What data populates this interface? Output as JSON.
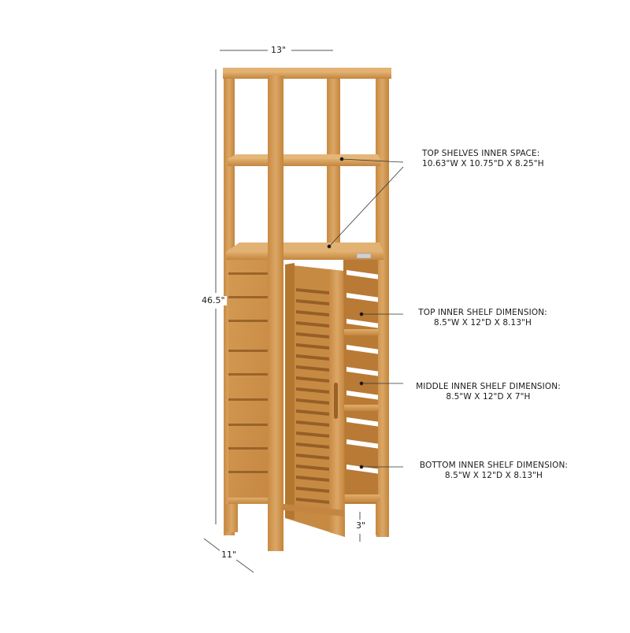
{
  "diagram": {
    "type": "product-dimension-diagram",
    "subject": "bamboo linen tower cabinet with two open top shelves and louvered door cabinet",
    "colors": {
      "wood_light": "#d9a35c",
      "wood_mid": "#c98a42",
      "wood_dark": "#a96c2c",
      "line": "#333333",
      "text": "#1a1a1a",
      "background": "#ffffff"
    },
    "overall_dimensions": {
      "width": "13\"",
      "height": "46.5\"",
      "depth": "11\"",
      "leg_clearance": "3\""
    },
    "callouts": [
      {
        "title": "TOP SHELVES INNER SPACE:",
        "value": "10.63\"W X 10.75\"D X 8.25\"H"
      },
      {
        "title": "TOP INNER SHELF DIMENSION:",
        "value": "8.5\"W X 12\"D X 8.13\"H"
      },
      {
        "title": "MIDDLE INNER SHELF DIMENSION:",
        "value": "8.5\"W X 12\"D X 7\"H"
      },
      {
        "title": "BOTTOM INNER SHELF DIMENSION:",
        "value": "8.5\"W X 12\"D X 8.13\"H"
      }
    ]
  }
}
